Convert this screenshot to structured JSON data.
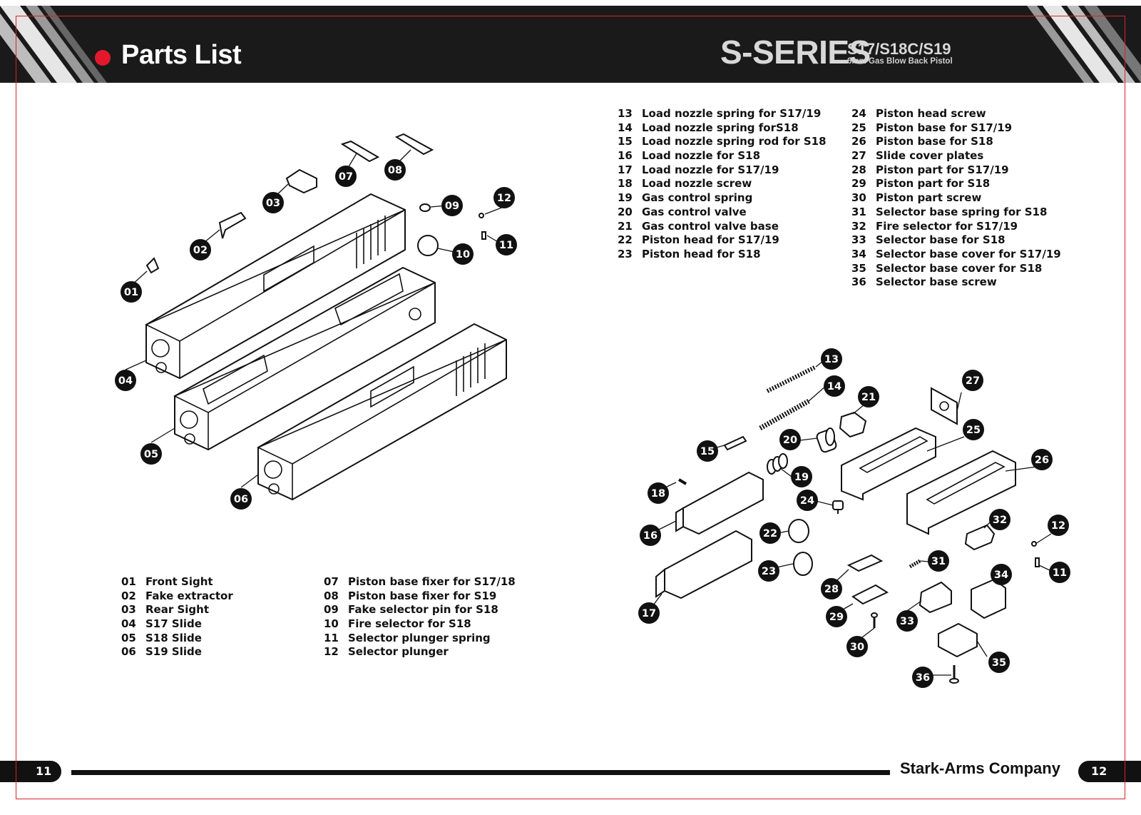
{
  "header": {
    "title": "Parts List",
    "brand": "S-SERIES",
    "models": "S17/S18C/S19",
    "tagline": "6mm Gas Blow Back Pistol"
  },
  "slide_parts": [
    {
      "num": "01",
      "name": "Front Sight"
    },
    {
      "num": "02",
      "name": "Fake extractor"
    },
    {
      "num": "03",
      "name": "Rear Sight"
    },
    {
      "num": "04",
      "name": "S17 Slide"
    },
    {
      "num": "05",
      "name": "S18 Slide"
    },
    {
      "num": "06",
      "name": "S19 Slide"
    }
  ],
  "fixer_parts": [
    {
      "num": "07",
      "name": "Piston base fixer for S17/18"
    },
    {
      "num": "08",
      "name": "Piston base fixer for S19"
    },
    {
      "num": "09",
      "name": "Fake selector pin for S18"
    },
    {
      "num": "10",
      "name": "Fire selector for S18"
    },
    {
      "num": "11",
      "name": "Selector plunger spring"
    },
    {
      "num": "12",
      "name": "Selector plunger"
    }
  ],
  "nozzle_parts": [
    {
      "num": "13",
      "name": "Load nozzle spring for S17/19"
    },
    {
      "num": "14",
      "name": "Load nozzle spring forS18"
    },
    {
      "num": "15",
      "name": "Load nozzle spring rod for S18"
    },
    {
      "num": "16",
      "name": "Load nozzle for S18"
    },
    {
      "num": "17",
      "name": "Load nozzle for S17/19"
    },
    {
      "num": "18",
      "name": "Load nozzle screw"
    },
    {
      "num": "19",
      "name": "Gas control spring"
    },
    {
      "num": "20",
      "name": "Gas control valve"
    },
    {
      "num": "21",
      "name": "Gas control valve base"
    },
    {
      "num": "22",
      "name": "Piston head for S17/19"
    },
    {
      "num": "23",
      "name": "Piston head for S18"
    }
  ],
  "piston_parts": [
    {
      "num": "24",
      "name": "Piston head screw"
    },
    {
      "num": "25",
      "name": "Piston base for S17/19"
    },
    {
      "num": "26",
      "name": "Piston base for S18"
    },
    {
      "num": "27",
      "name": "Slide cover plates"
    },
    {
      "num": "28",
      "name": "Piston part for S17/19"
    },
    {
      "num": "29",
      "name": "Piston part for S18"
    },
    {
      "num": "30",
      "name": "Piston part screw"
    },
    {
      "num": "31",
      "name": "Selector base spring for S18"
    },
    {
      "num": "32",
      "name": "Fire selector for S17/19"
    },
    {
      "num": "33",
      "name": "Selector base for S18"
    },
    {
      "num": "34",
      "name": "Selector base cover for S17/19"
    },
    {
      "num": "35",
      "name": "Selector base cover for S18"
    },
    {
      "num": "36",
      "name": "Selector base screw"
    }
  ],
  "callouts_left": {
    "c01": "01",
    "c02": "02",
    "c03": "03",
    "c04": "04",
    "c05": "05",
    "c06": "06",
    "c07": "07",
    "c08": "08",
    "c09": "09",
    "c10": "10",
    "c11": "11",
    "c12": "12"
  },
  "callouts_right": {
    "c13": "13",
    "c14": "14",
    "c15": "15",
    "c16": "16",
    "c17": "17",
    "c18": "18",
    "c19": "19",
    "c20": "20",
    "c21": "21",
    "c22": "22",
    "c23": "23",
    "c24": "24",
    "c25": "25",
    "c26": "26",
    "c27": "27",
    "c28": "28",
    "c29": "29",
    "c30": "30",
    "c31": "31",
    "c32": "32",
    "c33": "33",
    "c34": "34",
    "c35": "35",
    "c36": "36",
    "c11": "11",
    "c12": "12"
  },
  "footer": {
    "page_left": "11",
    "page_right": "12",
    "company": "Stark-Arms Company"
  },
  "colors": {
    "accent": "#e3192b",
    "header_bg": "#1a1a1a",
    "frame": "#d4242b"
  }
}
